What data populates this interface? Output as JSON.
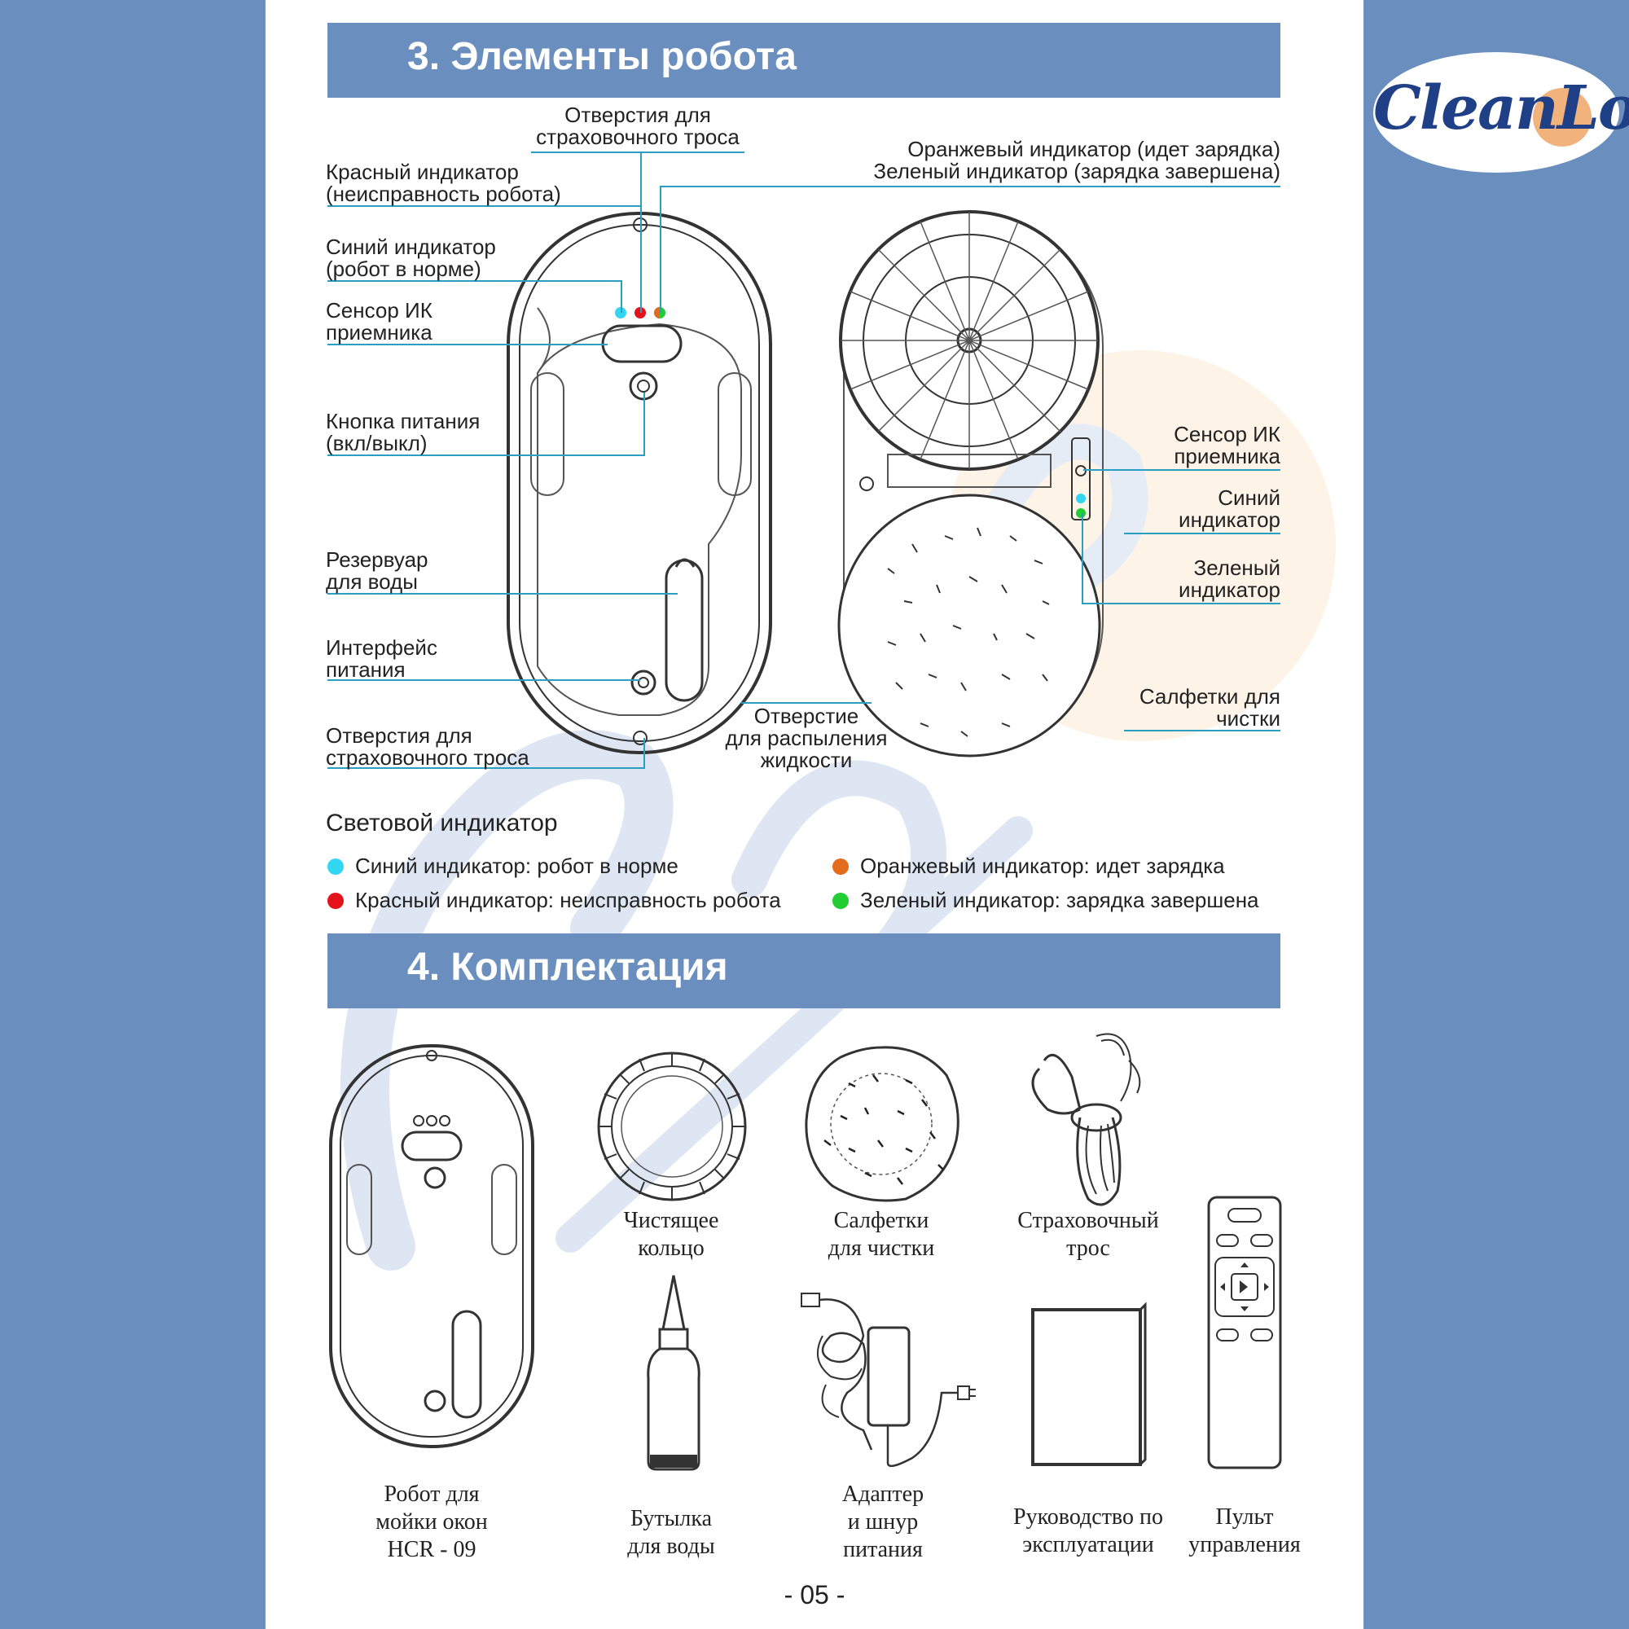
{
  "brand": {
    "logo_text": "CleanLo"
  },
  "section3": {
    "title": "3. Элементы робота",
    "labels": {
      "safety_hole_top": [
        "Отверстия для",
        "страховочного троса"
      ],
      "charge_indicator": [
        "Оранжевый индикатор (идет зарядка)",
        "Зеленый индикатор (зарядка завершена)"
      ],
      "red_indicator": [
        "Красный индикатор",
        "(неисправность робота)"
      ],
      "blue_indicator": [
        "Синий индикатор",
        "(робот в норме)"
      ],
      "ir_sensor": [
        "Сенсор ИК",
        "приемника"
      ],
      "power_button": [
        "Кнопка питания",
        "(вкл/выкл)"
      ],
      "water_tank": [
        "Резервуар",
        "для воды"
      ],
      "power_interface": [
        "Интерфейс",
        "питания"
      ],
      "safety_hole_bottom": [
        "Отверстия для",
        "страховочного троса"
      ],
      "spray_hole": [
        "Отверстие",
        "для распыления",
        "жидкости"
      ],
      "ir_sensor_right": [
        "Сенсор ИК",
        "приемника"
      ],
      "blue_right": [
        "Синий",
        "индикатор"
      ],
      "green_right": [
        "Зеленый",
        "индикатор"
      ],
      "cleaning_pads": [
        "Салфетки для",
        "чистки"
      ]
    },
    "legend": {
      "title": "Световой индикатор",
      "items": [
        {
          "text": "Синий индикатор: робот в норме",
          "color": "#33d6f0"
        },
        {
          "text": "Оранжевый индикатор: идет зарядка",
          "color": "#e36b1d"
        },
        {
          "text": "Красный индикатор: неисправность робота",
          "color": "#e3121b"
        },
        {
          "text": "Зеленый индикатор: зарядка завершена",
          "color": "#22cc33"
        }
      ]
    }
  },
  "section4": {
    "title": "4. Комплектация",
    "items": {
      "robot": [
        "Робот для",
        "мойки окон",
        "HCR - 09"
      ],
      "ring": [
        "Чистящее",
        "кольцо"
      ],
      "pads": [
        "Салфетки",
        "для чистки"
      ],
      "rope": [
        "Страховочный",
        "трос"
      ],
      "bottle": [
        "Бутылка",
        "для воды"
      ],
      "adapter": [
        "Адаптер",
        "и шнур",
        "питания"
      ],
      "manual": [
        "Руководство по",
        "эксплуатации"
      ],
      "remote": [
        "Пульт",
        "управления"
      ]
    }
  },
  "page_number": "- 05 -",
  "colors": {
    "accent": "#6a8fbf",
    "leader": "#2a9fc2"
  }
}
